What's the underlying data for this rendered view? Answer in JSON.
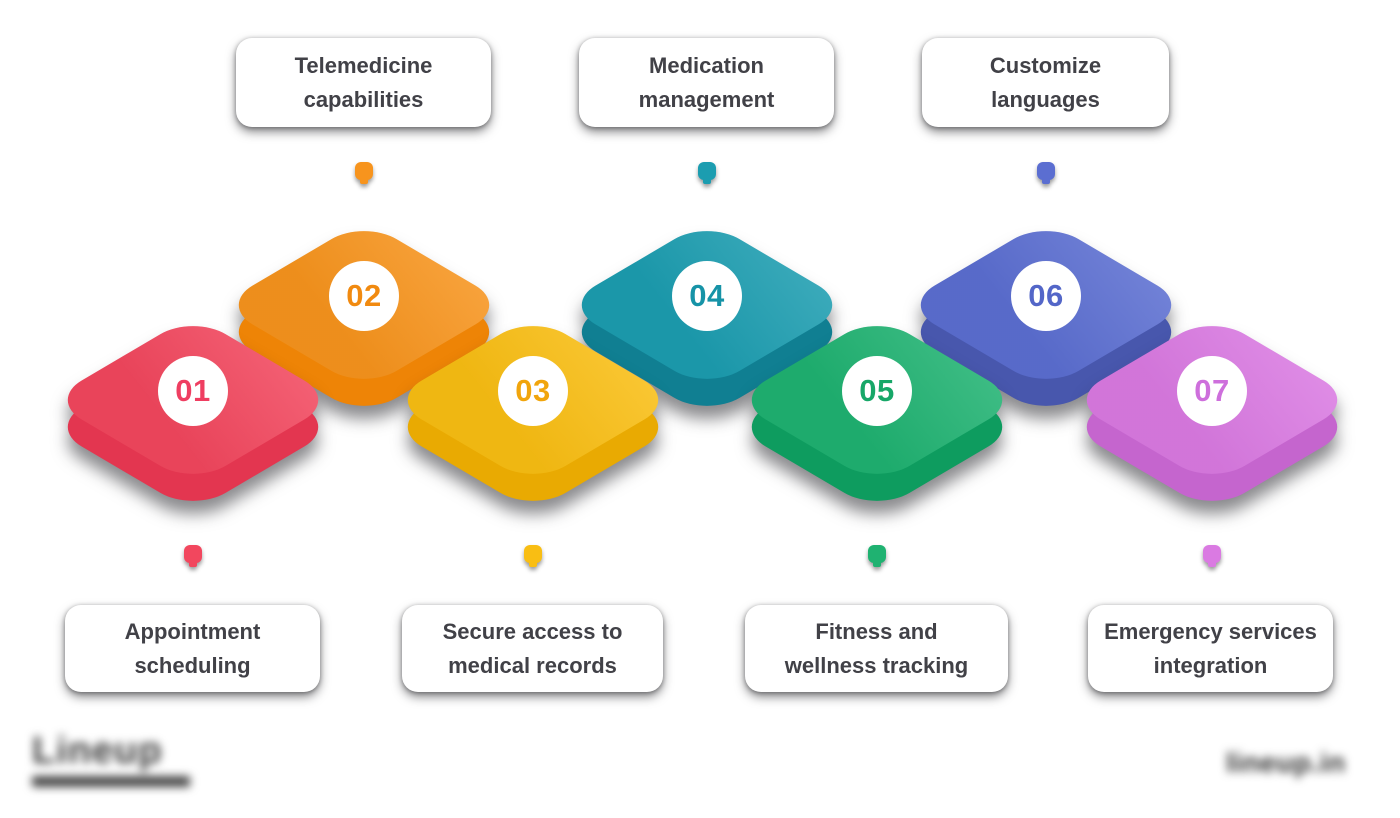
{
  "canvas": {
    "background": "#ffffff"
  },
  "items": [
    {
      "number": "01",
      "label_lines": [
        "Appointment",
        "scheduling"
      ],
      "label_position": "bottom",
      "top_color": "#F2475E",
      "side_color": "#E33650",
      "number_color": "#EF3E61"
    },
    {
      "number": "02",
      "label_lines": [
        "Telemedicine",
        "capabilities"
      ],
      "label_position": "top",
      "top_color": "#F7941D",
      "side_color": "#EE8406",
      "number_color": "#F18A10"
    },
    {
      "number": "03",
      "label_lines": [
        "Secure access to",
        "medical records"
      ],
      "label_position": "bottom",
      "top_color": "#F9BE13",
      "side_color": "#E9AA02",
      "number_color": "#F1A50C"
    },
    {
      "number": "04",
      "label_lines": [
        "Medication",
        "management"
      ],
      "label_position": "top",
      "top_color": "#1C9DB0",
      "side_color": "#107F92",
      "number_color": "#1693A7"
    },
    {
      "number": "05",
      "label_lines": [
        "Fitness and",
        "wellness tracking"
      ],
      "label_position": "bottom",
      "top_color": "#1FB271",
      "side_color": "#0E9C5F",
      "number_color": "#17A768"
    },
    {
      "number": "06",
      "label_lines": [
        "Customize",
        "languages"
      ],
      "label_position": "top",
      "top_color": "#5B6ED1",
      "side_color": "#4857AD",
      "number_color": "#5366C8"
    },
    {
      "number": "07",
      "label_lines": [
        "Emergency services",
        "integration"
      ],
      "label_position": "bottom",
      "top_color": "#DA7AE2",
      "side_color": "#C565CE",
      "number_color": "#CE6FDC"
    }
  ],
  "label_text_color": "#414147",
  "watermarks": {
    "left_wordmark": "Lineup",
    "right_text": "lineup.in"
  }
}
